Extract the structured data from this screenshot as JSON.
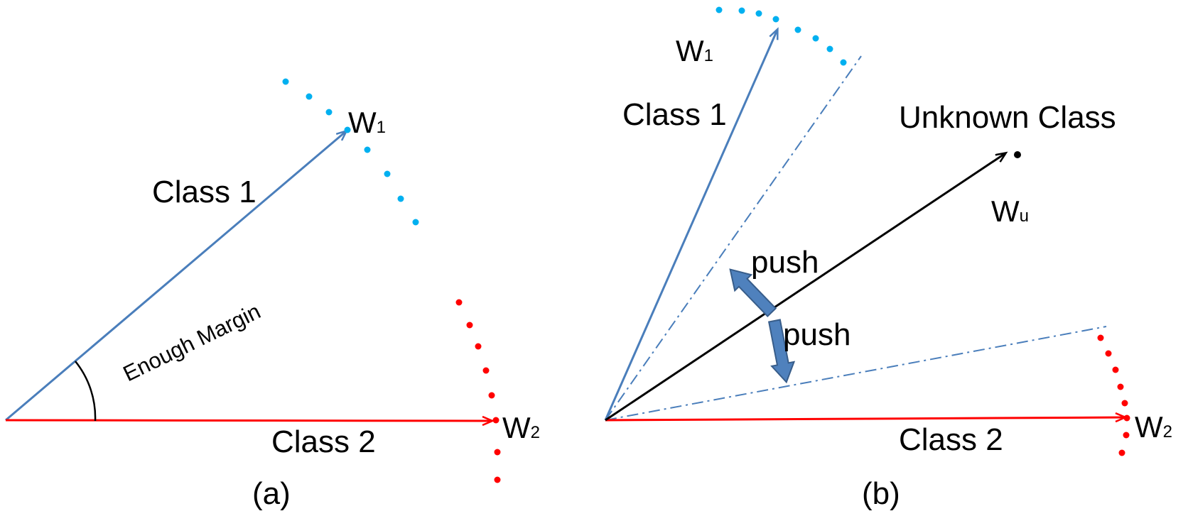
{
  "colors": {
    "class1_blue": "#4a7ebb",
    "class1_dots": "#00b0f0",
    "class2_red": "#ff0000",
    "unknown_black": "#000000",
    "push_arrow_fill": "#4f81bd",
    "push_arrow_stroke": "#385d8a"
  },
  "panel_a": {
    "caption": "(a)",
    "class1_label": "Class 1",
    "class2_label": "Class 2",
    "w1_letter": "W",
    "w1_sub": "1",
    "w2_letter": "W",
    "w2_sub": "2",
    "margin_label": "Enough Margin"
  },
  "panel_b": {
    "caption": "(b)",
    "class1_label": "Class 1",
    "class2_label": "Class 2",
    "unknown_label": "Unknown Class",
    "w1_letter": "W",
    "w1_sub": "1",
    "w2_letter": "W",
    "w2_sub": "2",
    "wu_letter": "W",
    "wu_sub": "u",
    "push_label_1": "push",
    "push_label_2": "push"
  }
}
